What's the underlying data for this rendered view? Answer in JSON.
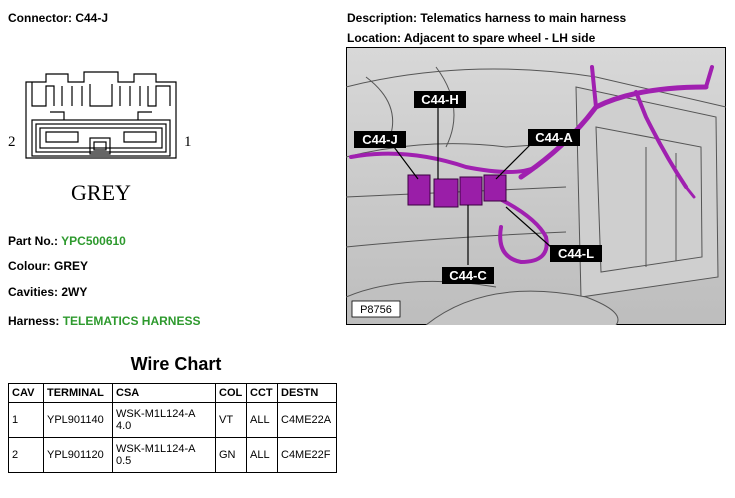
{
  "connector": {
    "title": "Connector: C44-J",
    "pin_left": "2",
    "pin_right": "1",
    "color_name": "GREY"
  },
  "description": "Description: Telematics harness to main harness",
  "location": "Location: Adjacent to spare wheel - LH side",
  "part": {
    "label": "Part No.:",
    "value": "YPC500610"
  },
  "colour": "Colour: GREY",
  "cavities": "Cavities: 2WY",
  "harness": {
    "label": "Harness:",
    "value": "TELEMATICS HARNESS"
  },
  "photo": {
    "callouts": [
      "C44-H",
      "C44-J",
      "C44-A",
      "C44-L",
      "C44-C"
    ],
    "ref": "P8756"
  },
  "wire_chart": {
    "title": "Wire Chart",
    "headers": [
      "CAV",
      "TERMINAL",
      "CSA",
      "COL",
      "CCT",
      "DESTN"
    ],
    "rows": [
      {
        "cav": "1",
        "terminal": "YPL901140",
        "csa_1": "WSK-M1L124-A",
        "csa_2": "4.0",
        "col": "VT",
        "cct": "ALL",
        "destn": "C4ME22A"
      },
      {
        "cav": "2",
        "terminal": "YPL901120",
        "csa_1": "WSK-M1L124-A",
        "csa_2": "0.5",
        "col": "GN",
        "cct": "ALL",
        "destn": "C4ME22F"
      }
    ]
  },
  "colors": {
    "green_text": "#2e9a2e",
    "harness_purple": "#a020b0"
  }
}
